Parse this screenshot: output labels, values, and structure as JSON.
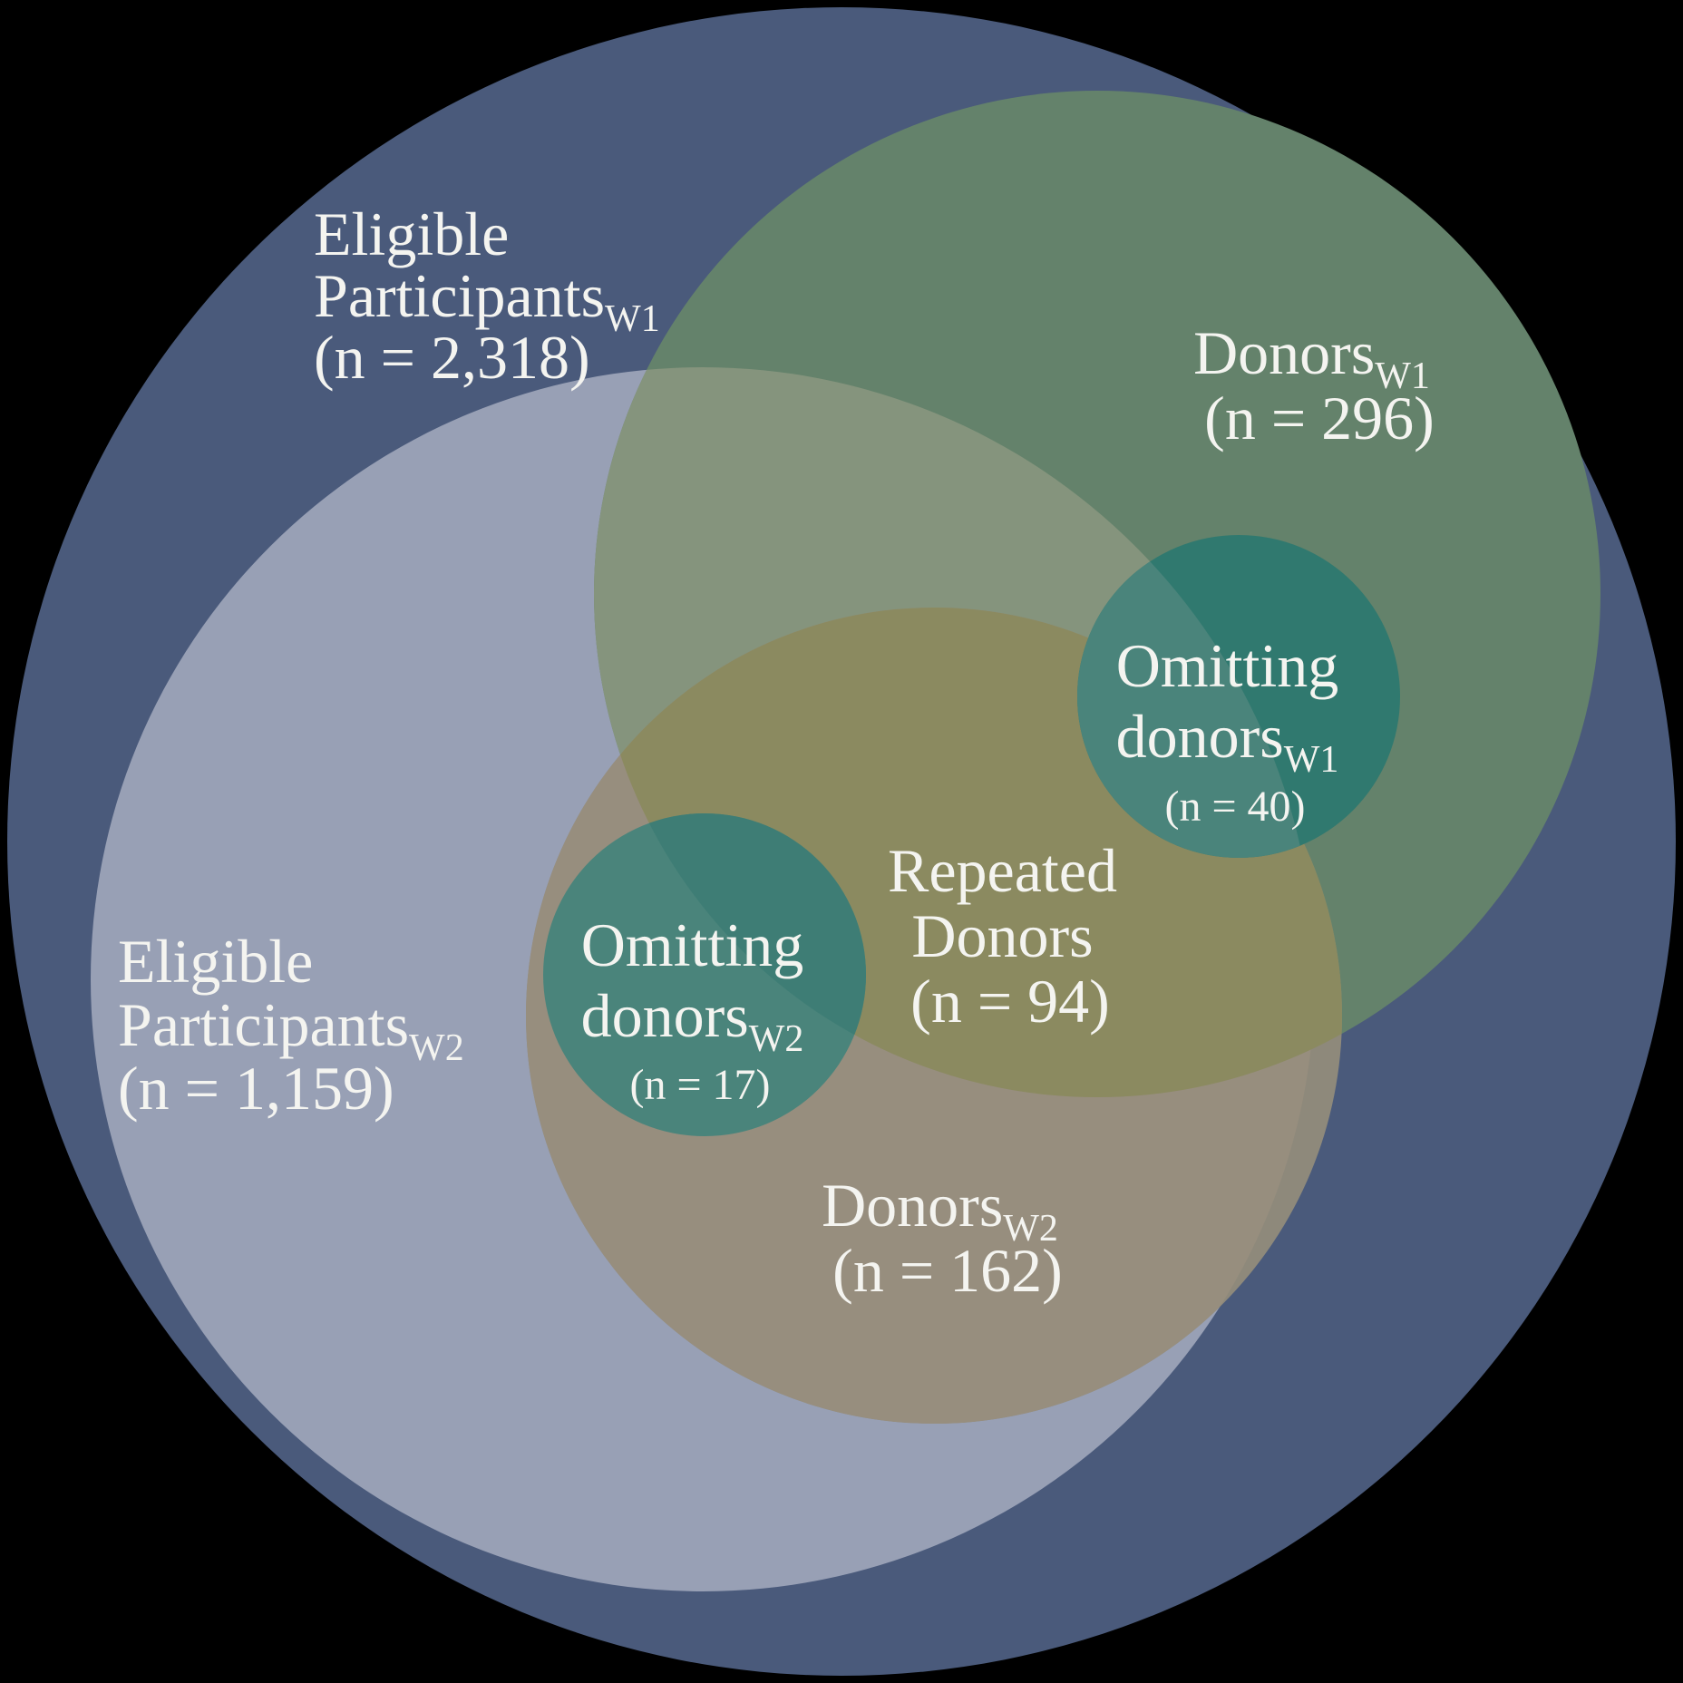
{
  "figure": {
    "title": "Euler diagram of eligible participants, donors and omitting donors across two waves",
    "background": "#000000",
    "colors": {
      "text": "#F4F4F0",
      "eligibleW1": "#4A5A7B",
      "eligibleW2": "#98A0B5",
      "donorsW1OnBlue": "#64826B",
      "donorsW1OnGray": "#85947D",
      "donorsW2OnBlue": "#8E897B",
      "donorsW2OnGray": "#978E7E",
      "repeatedDonors": "#8B8A60",
      "omittingDark": "#30796F",
      "omittingMid": "#3E7D75",
      "omittingLight": "#4A847B"
    },
    "sets": [
      {
        "label": "Eligible Participants",
        "wave": "W1",
        "n": "2,318"
      },
      {
        "label": "Eligible Participants",
        "wave": "W2",
        "n": "1,159"
      },
      {
        "label": "Donors",
        "wave": "W1",
        "n": "296"
      },
      {
        "label": "Donors",
        "wave": "W2",
        "n": "162"
      },
      {
        "label": "Omitting donors",
        "wave": "W1",
        "n": "40"
      },
      {
        "label": "Omitting donors",
        "wave": "W2",
        "n": "17"
      },
      {
        "label": "Repeated Donors",
        "wave": "",
        "n": "94"
      }
    ],
    "labels": {
      "eligible_w1": {
        "l1": "Eligible",
        "l2": "Participants",
        "l2sub": "W1",
        "l3": "(n = 2,318)"
      },
      "donors_w1": {
        "l1": "Donors",
        "l1sub": "W1",
        "l2": "(n = 296)"
      },
      "eligible_w2": {
        "l1": "Eligible",
        "l2": "Participants",
        "l2sub": "W2",
        "l3": "(n = 1,159)"
      },
      "omitting_w1": {
        "l1": "Omitting",
        "l2": "donors",
        "l2sub": "W1",
        "l3": "(n = 40)"
      },
      "repeated": {
        "l1": "Repeated",
        "l2": "Donors",
        "l3": "(n = 94)"
      },
      "omitting_w2": {
        "l1": "Omitting",
        "l2": "donors",
        "l2sub": "W2",
        "l3": "(n = 17)"
      },
      "donors_w2": {
        "l1": "Donors",
        "l1sub": "W2",
        "l2": "(n = 162)"
      }
    }
  }
}
